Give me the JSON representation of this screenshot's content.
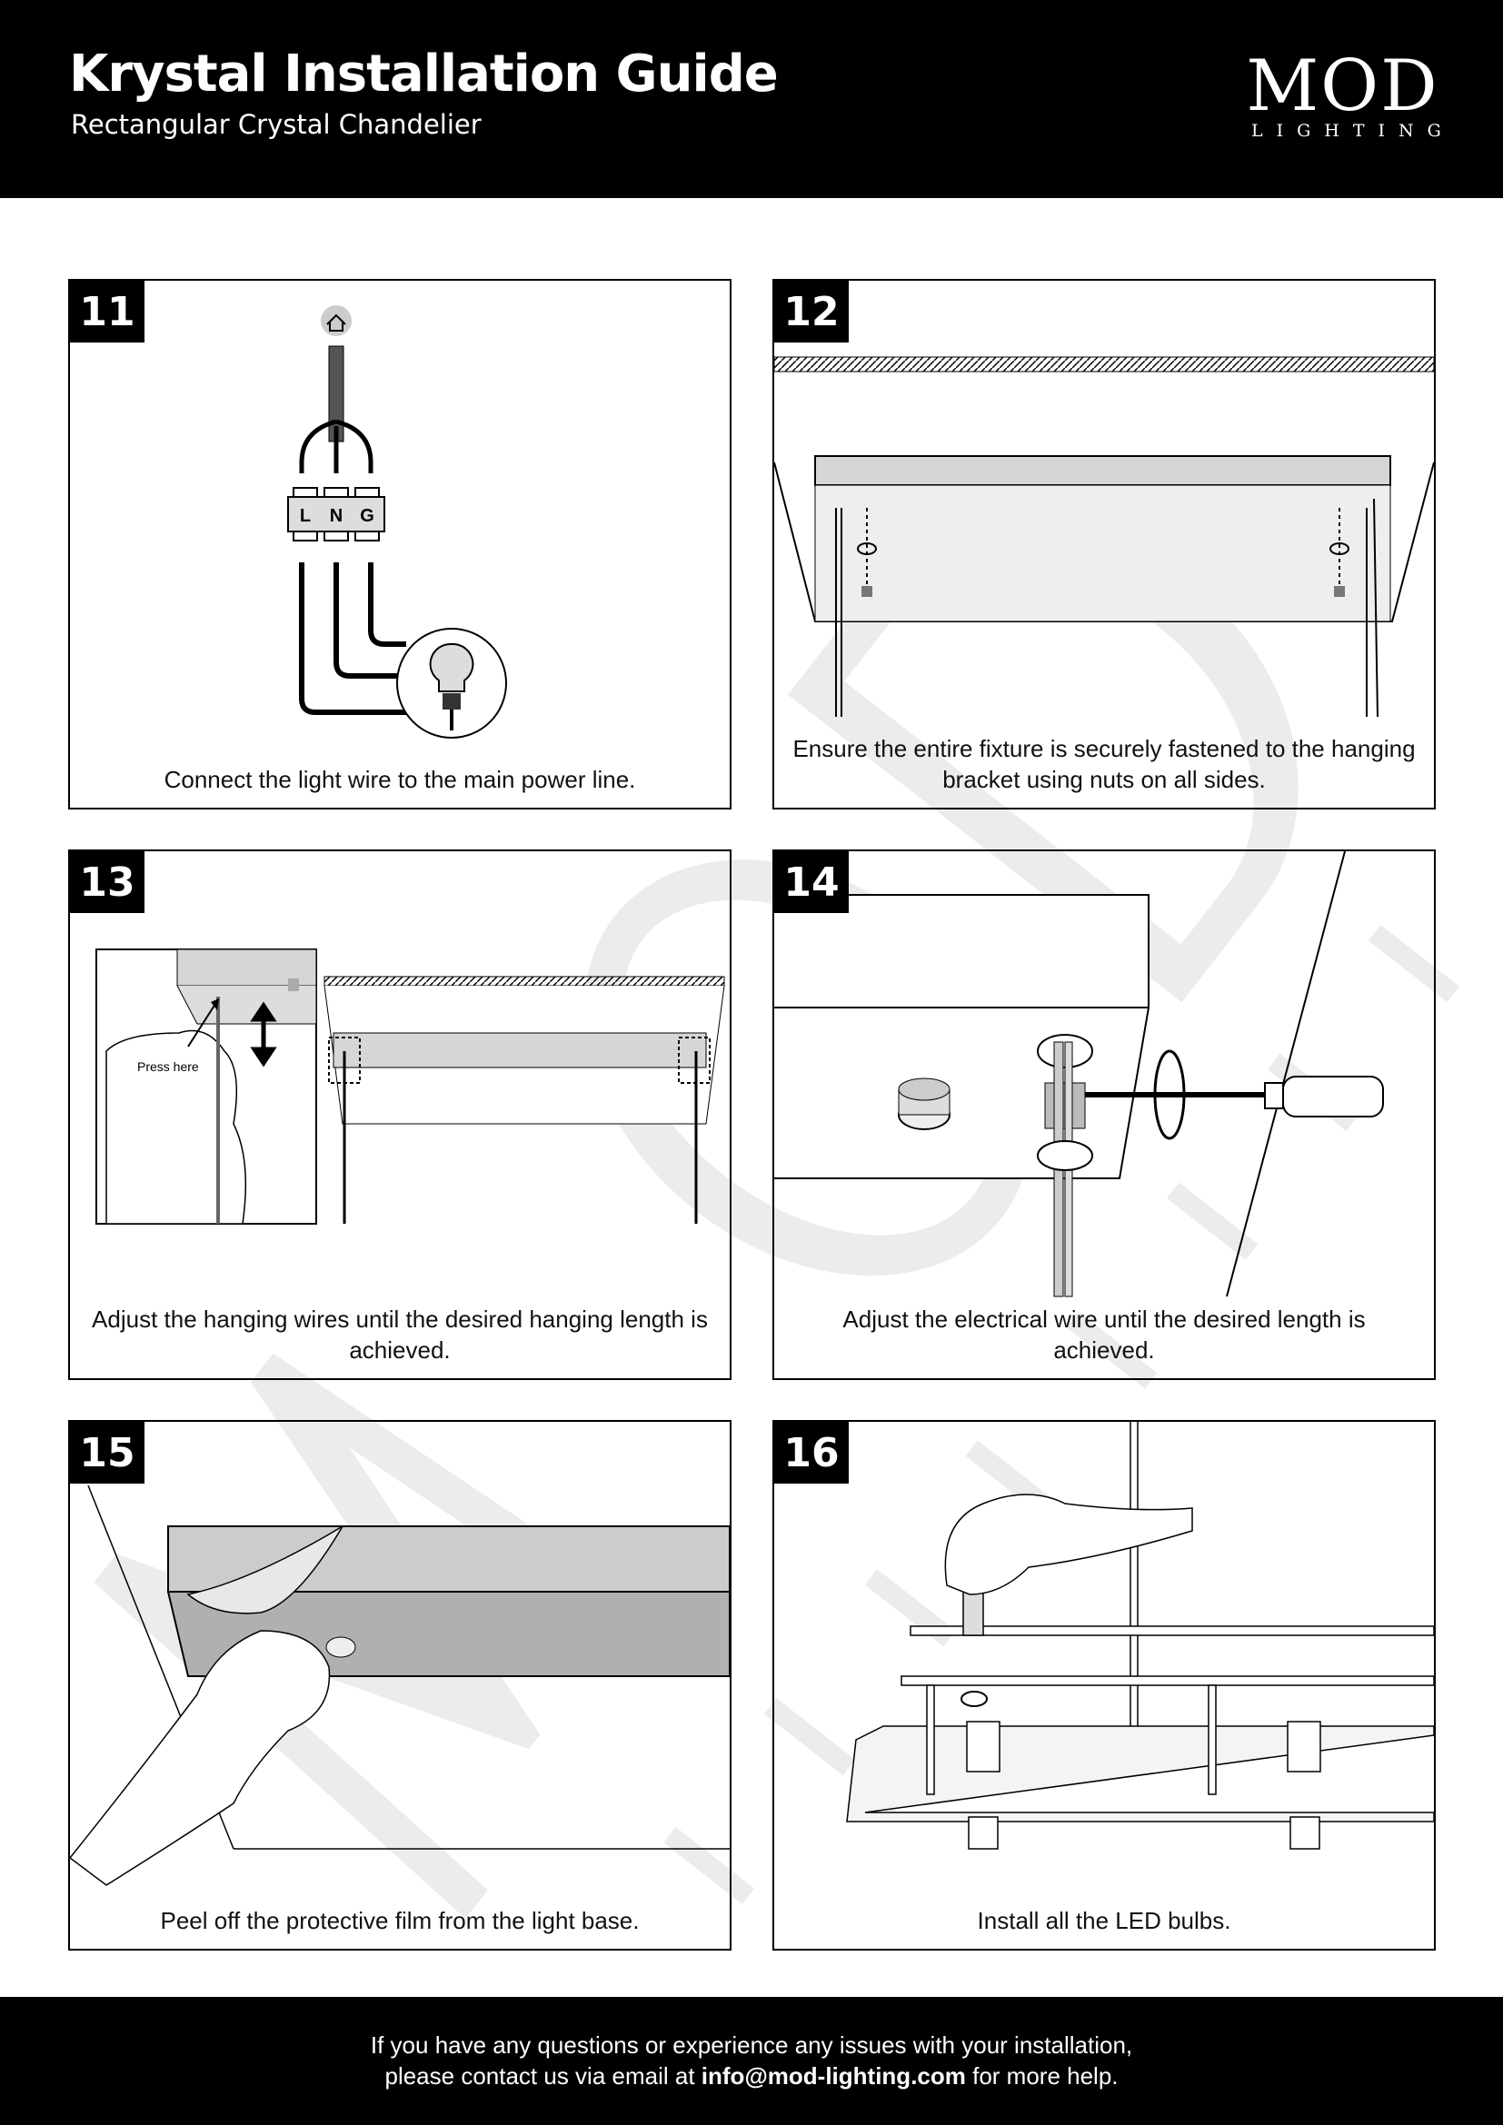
{
  "header": {
    "title": "Krystal Installation Guide",
    "subtitle": "Rectangular Crystal Chandelier",
    "logo_main": "MOD",
    "logo_sub": "LIGHTING"
  },
  "watermark": {
    "text": "MOD",
    "sub": "LIGHTING"
  },
  "steps": [
    {
      "number": "11",
      "caption": "Connect the light wire to the main power line.",
      "labels": [
        "L",
        "N",
        "G"
      ]
    },
    {
      "number": "12",
      "caption": "Ensure the entire fixture is securely fastened to the hanging bracket using nuts on all sides."
    },
    {
      "number": "13",
      "caption": "Adjust the hanging wires until the desired hanging length is achieved.",
      "callout": "Press here"
    },
    {
      "number": "14",
      "caption": "Adjust the electrical wire until the desired length is achieved."
    },
    {
      "number": "15",
      "caption": "Peel off the protective film from the light base."
    },
    {
      "number": "16",
      "caption": "Install all the LED bulbs."
    }
  ],
  "footer": {
    "line1": "If you have any questions or experience any issues with your installation,",
    "line2_prefix": "please contact us via email at",
    "email": "info@mod-lighting.com",
    "line2_suffix": "for more help."
  }
}
